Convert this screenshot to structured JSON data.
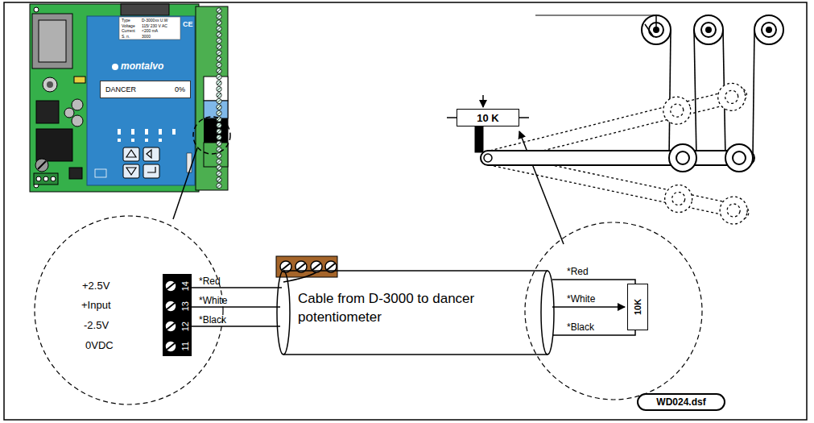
{
  "diagram": {
    "nodes": [
      {
        "text": [
          "DANCER",
          "0%"
        ]
      },
      {
        "text": [
          "Cable from D-3000 to dancer potentiometer"
        ]
      },
      {
        "text": [
          "10 K"
        ]
      },
      {
        "text": [
          "10K"
        ]
      },
      {
        "text": [
          "WD024.dsf"
        ]
      }
    ],
    "labels": [
      "Type",
      "D-3000xx U.W",
      "Voltage",
      "115/ 230 V AC",
      "Current",
      "<200 mA",
      "S. n.",
      "3000",
      "CE",
      "montalvo",
      "+2.5V",
      "+Input",
      "-2.5V",
      "0VDC",
      "14",
      "13",
      "12",
      "11",
      "*Red",
      "*White",
      "*Black",
      "*Red",
      "*White",
      "*Black"
    ]
  }
}
